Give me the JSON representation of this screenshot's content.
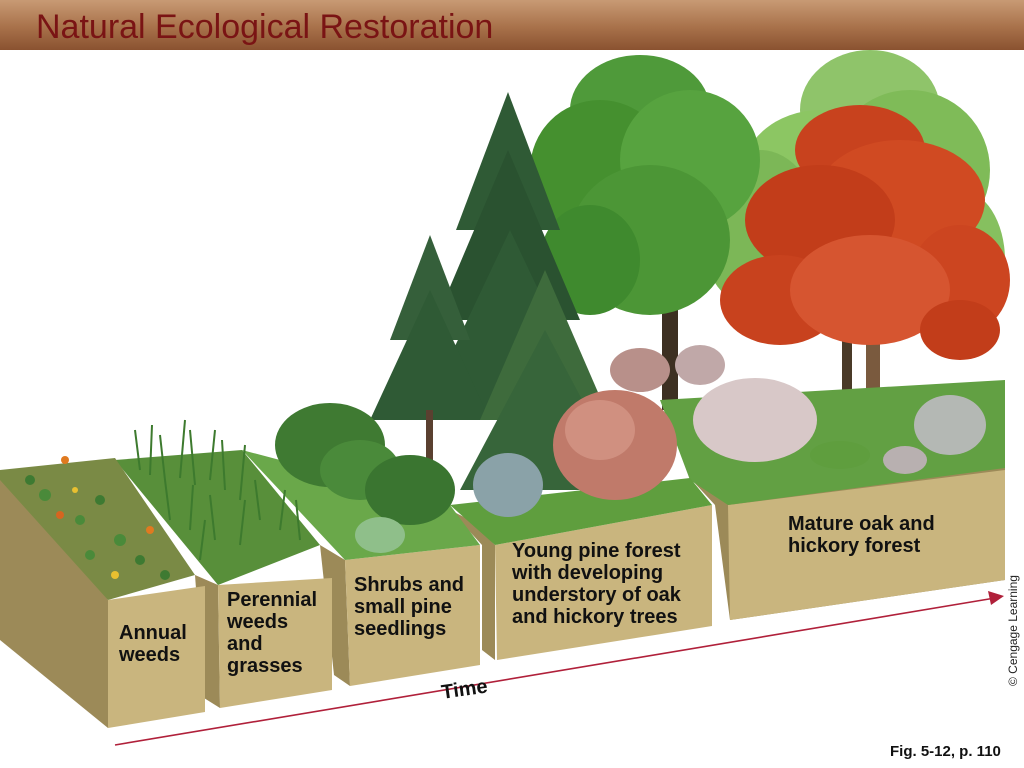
{
  "title": "Natural Ecological Restoration",
  "stages": [
    {
      "name": "stage-annual-weeds",
      "lines": [
        "Annual",
        "weeds"
      ]
    },
    {
      "name": "stage-perennial-weeds",
      "lines": [
        "Perennial",
        "weeds",
        "and",
        "grasses"
      ]
    },
    {
      "name": "stage-shrubs",
      "lines": [
        "Shrubs and",
        "small pine",
        "seedlings"
      ]
    },
    {
      "name": "stage-young-pine",
      "lines": [
        "Young pine forest",
        "with developing",
        "understory of oak",
        "and hickory trees"
      ]
    },
    {
      "name": "stage-mature-forest",
      "lines": [
        "Mature oak and",
        "hickory forest"
      ]
    }
  ],
  "time_label": "Time",
  "copyright": "© Cengage Learning",
  "figure_caption": "Fig. 5-12, p. 110",
  "colors": {
    "title_text": "#7a1414",
    "soil_front": "#c9b57e",
    "soil_side": "#9c8a58",
    "grass_top": "#5f9e3e",
    "arrow": "#b0203a",
    "pine": "#2f5a35",
    "deciduous": "#4f9a3a",
    "autumn": "#c8421e"
  }
}
